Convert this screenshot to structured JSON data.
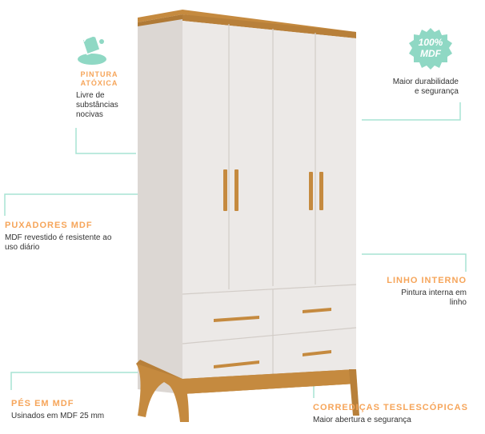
{
  "features": {
    "paint": {
      "title_line1": "PINTURA",
      "title_line2": "ATÓXICA",
      "desc_line1": "Livre de",
      "desc_line2": "substâncias",
      "desc_line3": "nocivas"
    },
    "badge": {
      "line1": "100%",
      "line2": "MDF",
      "desc_line1": "Maior durabilidade",
      "desc_line2": "e segurança"
    },
    "handles": {
      "title": "PUXADORES MDF",
      "desc_line1": "MDF revestido é resistente ao",
      "desc_line2": "uso diário"
    },
    "lining": {
      "title": "LINHO INTERNO",
      "desc_line1": "Pintura interna em",
      "desc_line2": "linho"
    },
    "feet": {
      "title": "PÉS EM MDF",
      "desc": "Usinados em MDF 25 mm"
    },
    "slides": {
      "title": "CORREDIÇAS TESLESCÓPICAS",
      "desc": "Maior abertura e segurança"
    }
  },
  "colors": {
    "accent_orange": "#f6a55a",
    "accent_mint": "#8fd8c4",
    "wood": "#c58a3f",
    "body": "#ece9e7"
  },
  "icons": [
    "paint-bucket-icon",
    "mdf-badge-icon"
  ]
}
